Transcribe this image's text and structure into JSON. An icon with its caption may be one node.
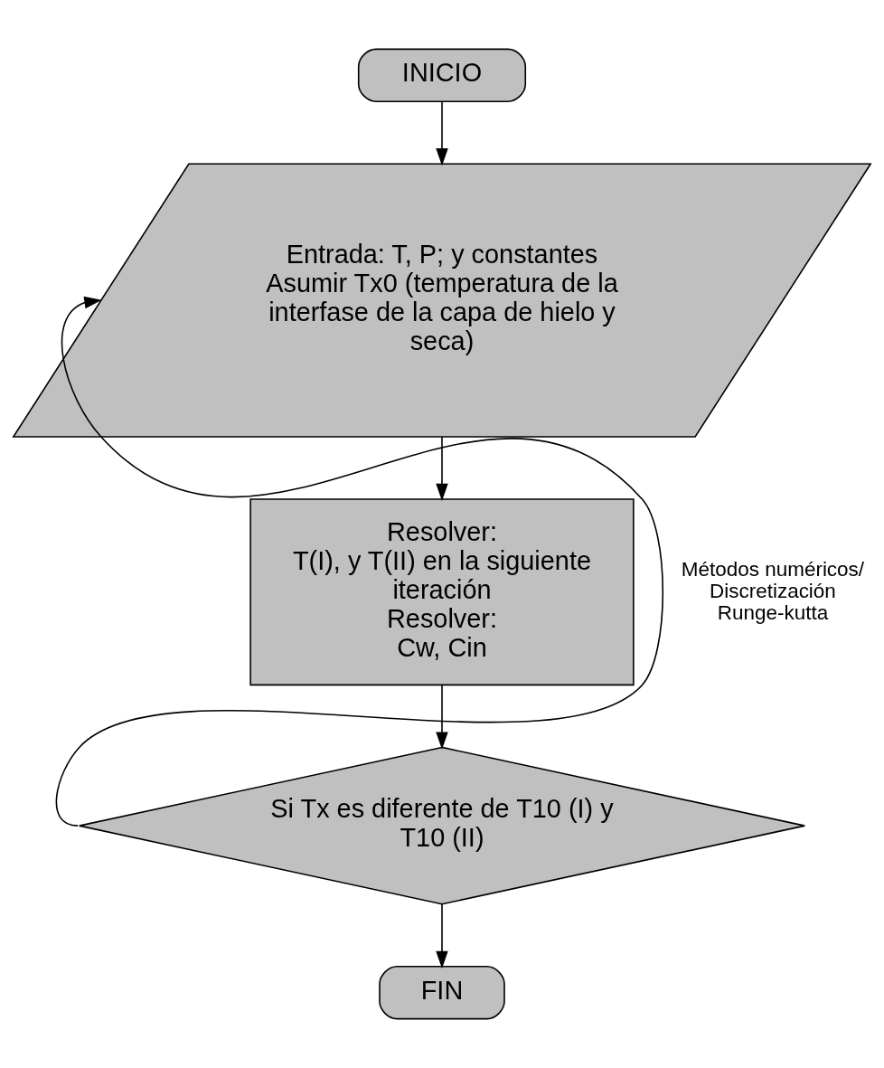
{
  "diagram": {
    "nodes": [
      {
        "text": [
          "INICIO"
        ]
      },
      {
        "text": [
          "Entrada: T, P; y constantes",
          "Asumir Tx0 (temperatura de la interfase de la capa de hielo y seca)"
        ]
      },
      {
        "text": [
          "Resolver:",
          "T(I), y T(II) en la siguiente iteración",
          "Resolver:",
          "Cw, Cin"
        ],
        "beside": [
          "Métodos numéricos/ Discretización Runge-kutta"
        ]
      },
      {
        "text": [
          "Si Tx es diferente de T10 (I) y T10 (II)"
        ]
      },
      {
        "text": [
          "FIN"
        ]
      }
    ],
    "edges": [
      {
        "from": 0,
        "to": 1,
        "arrow": "to"
      },
      {
        "from": 1,
        "to": 2,
        "arrow": "to"
      },
      {
        "from": 2,
        "to": 3,
        "arrow": "to"
      },
      {
        "from": 3,
        "to": 1,
        "arrow": "to"
      },
      {
        "from": 3,
        "to": 4,
        "arrow": "to"
      }
    ]
  }
}
